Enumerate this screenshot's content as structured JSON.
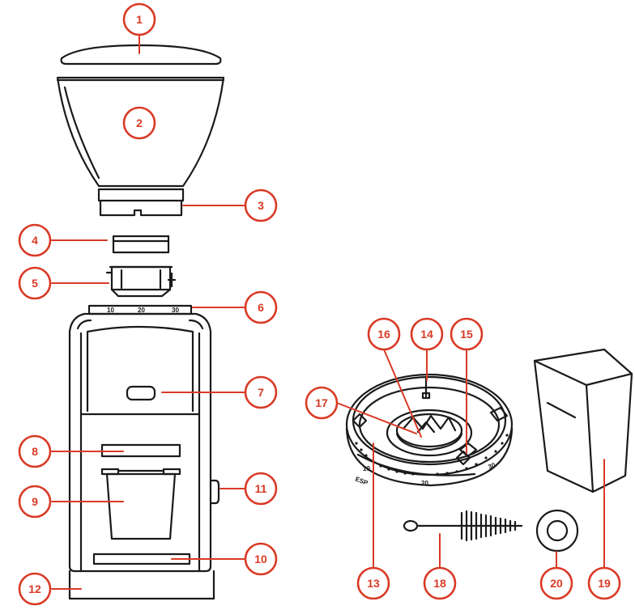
{
  "colors": {
    "accent": "#d93a26",
    "line": "#1a1a1a",
    "background": "#ffffff"
  },
  "callouts": [
    "1",
    "2",
    "3",
    "4",
    "5",
    "6",
    "7",
    "8",
    "9",
    "10",
    "11",
    "12",
    "13",
    "14",
    "15",
    "16",
    "17",
    "18",
    "19",
    "20"
  ],
  "grind_scale": {
    "collar_marks": [
      "10",
      "20",
      "30"
    ],
    "ring_marks": [
      "10",
      "20",
      "30"
    ],
    "espresso_label": "ESP"
  }
}
